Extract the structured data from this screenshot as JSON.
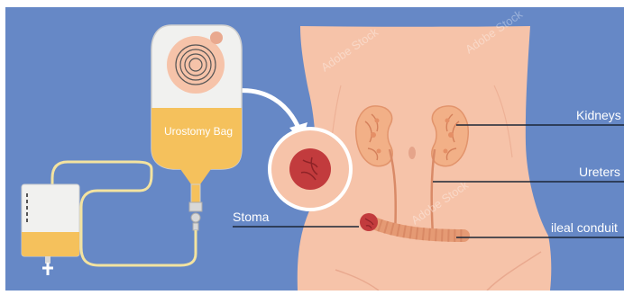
{
  "labels": {
    "bag": "Urostomy Bag",
    "kidneys": "Kidneys",
    "ureters": "Ureters",
    "stoma": "Stoma",
    "ileal_conduit": "ileal conduit"
  },
  "watermark": "Adobe Stock",
  "colors": {
    "background": "#6688c6",
    "skin": "#f6c3a9",
    "kidney": "#f2b087",
    "stoma": "#c23b3d",
    "urine": "#f5c15c",
    "label_text": "#ffffff",
    "leader_line": "#1c2636"
  }
}
